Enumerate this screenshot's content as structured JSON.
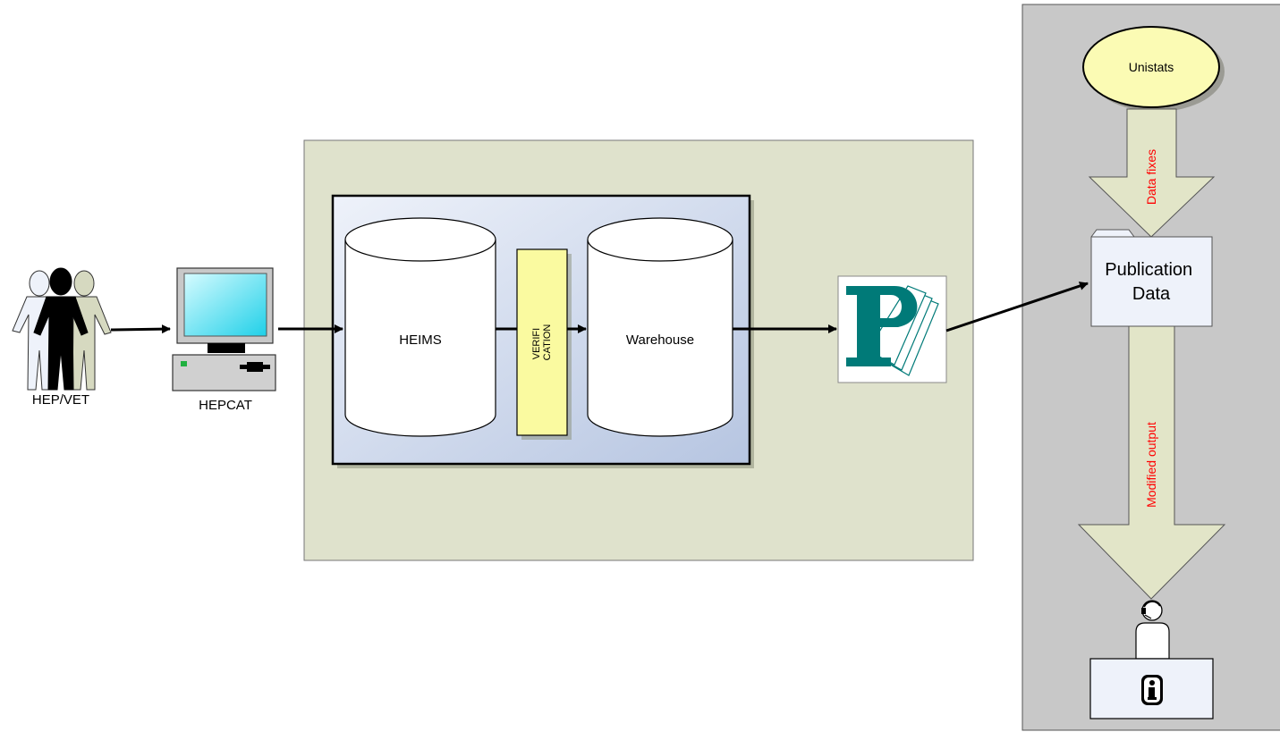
{
  "people": {
    "label": "HEP/VET"
  },
  "computer": {
    "label": "HEPCAT"
  },
  "storage": {
    "heims_label": "HEIMS",
    "verification_label": "VERIFI CATION",
    "verification_line1": "VERIFI",
    "verification_line2": "CATION",
    "warehouse_label": "Warehouse"
  },
  "publisher": {
    "icon": "publisher-p-icon"
  },
  "unistats": {
    "label": "Unistats"
  },
  "arrows": {
    "data_fixes_label": "Data fixes",
    "modified_output_label": "Modified output",
    "label_color": "#ff0000"
  },
  "publication": {
    "label": "Publication Data",
    "line1": "Publication",
    "line2": "Data"
  },
  "operator": {
    "icon": "headset-operator-icon"
  },
  "info_screen": {
    "icon": "info-icon"
  },
  "colors": {
    "green_panel": "#dfe2cc",
    "gray_panel": "#c8c8c8",
    "verification_fill": "#fafaa0",
    "unistats_fill": "#fbfbb4",
    "arrow_fill": "#e2e5c8",
    "publisher_teal": "#007a78"
  }
}
